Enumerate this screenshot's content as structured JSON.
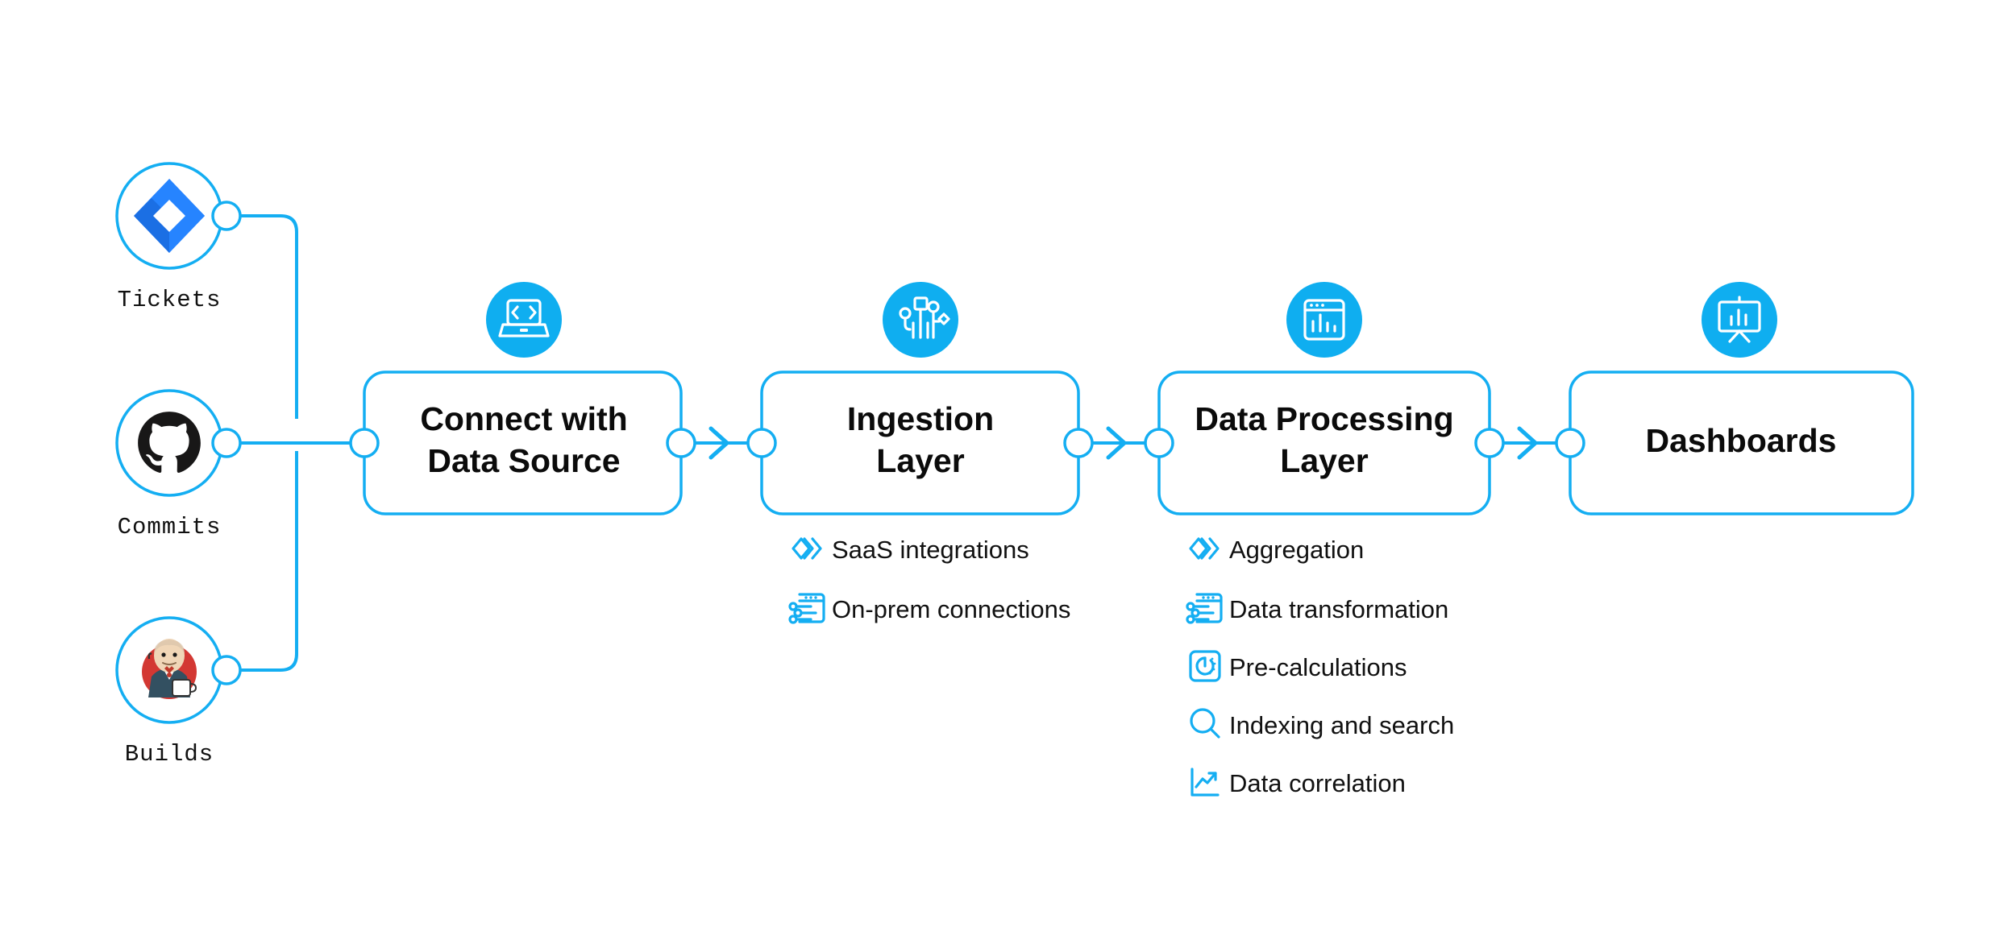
{
  "theme": {
    "accent": "#14AEF2",
    "badge_fill": "#0FAEF0",
    "text": "#111111",
    "background": "#ffffff",
    "jira_blue": "#2684FF",
    "jira_blue_dark": "#1868DB",
    "github_black": "#181717",
    "jenkins_red": "#D33833"
  },
  "sources": [
    {
      "id": "tickets",
      "label": "Tickets",
      "icon": "jira-icon"
    },
    {
      "id": "commits",
      "label": "Commits",
      "icon": "github-icon"
    },
    {
      "id": "builds",
      "label": "Builds",
      "icon": "jenkins-icon"
    }
  ],
  "stages": [
    {
      "id": "connect-with-data-source",
      "title_lines": [
        "Connect with",
        "Data Source"
      ],
      "icon": "laptop-code-icon",
      "features": []
    },
    {
      "id": "ingestion-layer",
      "title_lines": [
        "Ingestion",
        "Layer"
      ],
      "icon": "circuit-nodes-icon",
      "features": [
        {
          "label": "SaaS integrations",
          "icon": "layered-chevrons-icon"
        },
        {
          "label": "On-prem connections",
          "icon": "browser-sliders-icon"
        }
      ]
    },
    {
      "id": "data-processing-layer",
      "title_lines": [
        "Data Processing",
        "Layer"
      ],
      "icon": "browser-barchart-icon",
      "features": [
        {
          "label": "Aggregation",
          "icon": "layered-chevrons-icon"
        },
        {
          "label": "Data transformation",
          "icon": "browser-sliders-icon"
        },
        {
          "label": "Pre-calculations",
          "icon": "gauge-square-icon"
        },
        {
          "label": "Indexing and search",
          "icon": "magnifier-icon"
        },
        {
          "label": "Data correlation",
          "icon": "line-chart-icon"
        }
      ]
    },
    {
      "id": "dashboards",
      "title_lines": [
        "Dashboards"
      ],
      "icon": "presentation-barchart-icon",
      "features": []
    }
  ]
}
